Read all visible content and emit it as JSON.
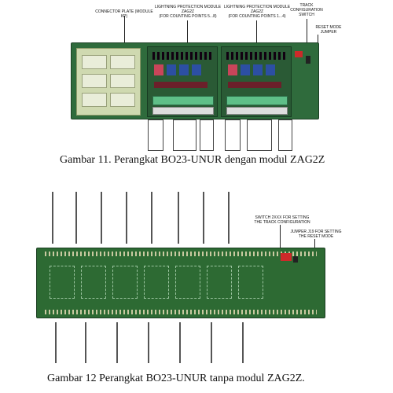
{
  "figure1": {
    "labels": {
      "connector_plate": "CONNECTOR PLATE (MODULE KP)",
      "lightning_a": "LIGHTNING PROTECTION MODULE\nZAG2Z\n(FOR COUNTING POINTS 5...8)",
      "lightning_b": "LIGHTNING PROTECTION MODULE\nZAG2Z\n(FOR COUNTING POINTS 1...4)",
      "track_switch": "TRACK\nCONFIGURATION\nSWITCH",
      "reset_jumper": "RESET MODE\nJUMPER"
    },
    "caption": "Gambar 11. Perangkat BO23-UNUR dengan modul ZAG2Z"
  },
  "figure2": {
    "labels": {
      "switch_note": "SWITCH 2XXX FOR SETTING\nTHE TRACK CONFIGURATION",
      "jumper_note": "JUMPER J19 FOR SETTING\nTHE RESET MODE"
    },
    "caption": "Gambar 12 Perangkat BO23-UNUR tanpa modul ZAG2Z."
  },
  "colors": {
    "pcb_green": "#2f6b3c",
    "plate_green": "#cfd9b0",
    "relay_blue": "#2c4fa3",
    "relay_red": "#c9455a",
    "terminal_green": "#5fbf88"
  }
}
